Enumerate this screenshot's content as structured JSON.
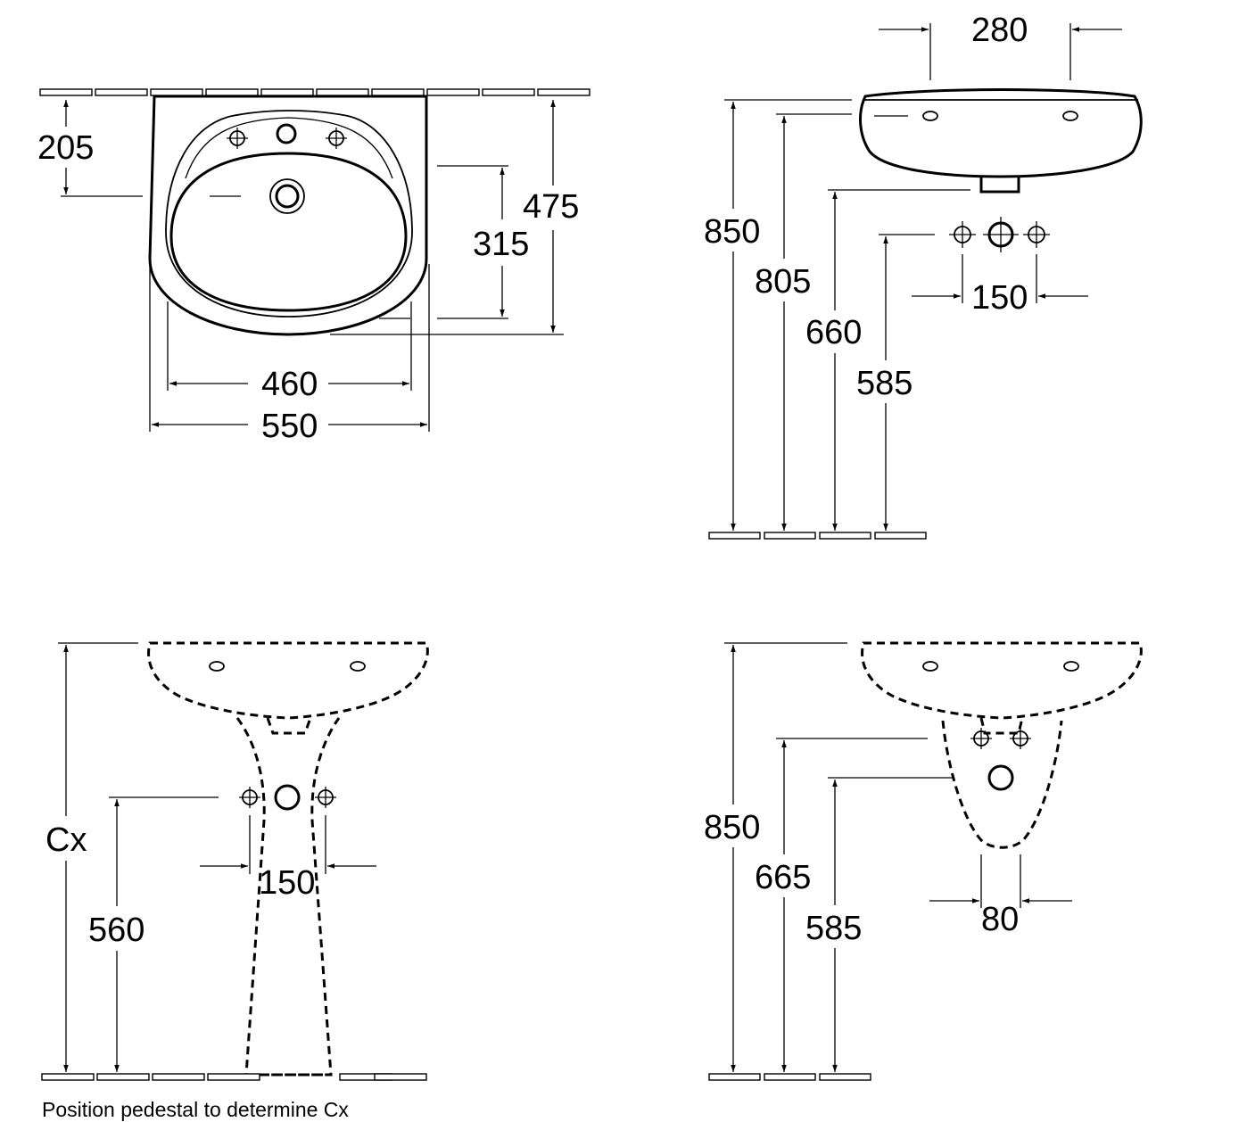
{
  "views": {
    "top": {
      "dims": {
        "wall_to_tap": "205",
        "waste_depth": "315",
        "total_depth": "475",
        "bowl_width": "460",
        "total_width": "550"
      }
    },
    "side": {
      "dims": {
        "projection": "280",
        "rim_height": "850",
        "tap_hole_height": "805",
        "waste_height": "660",
        "supply_height": "585",
        "supply_spacing": "150"
      }
    },
    "pedestal": {
      "dims": {
        "height_label": "Cx",
        "supply_height": "560",
        "supply_spacing": "150"
      },
      "note": "Position pedestal to determine Cx"
    },
    "semi_pedestal": {
      "dims": {
        "rim_height": "850",
        "supply_height": "665",
        "waste_height": "585",
        "supply_spacing": "80"
      }
    }
  }
}
